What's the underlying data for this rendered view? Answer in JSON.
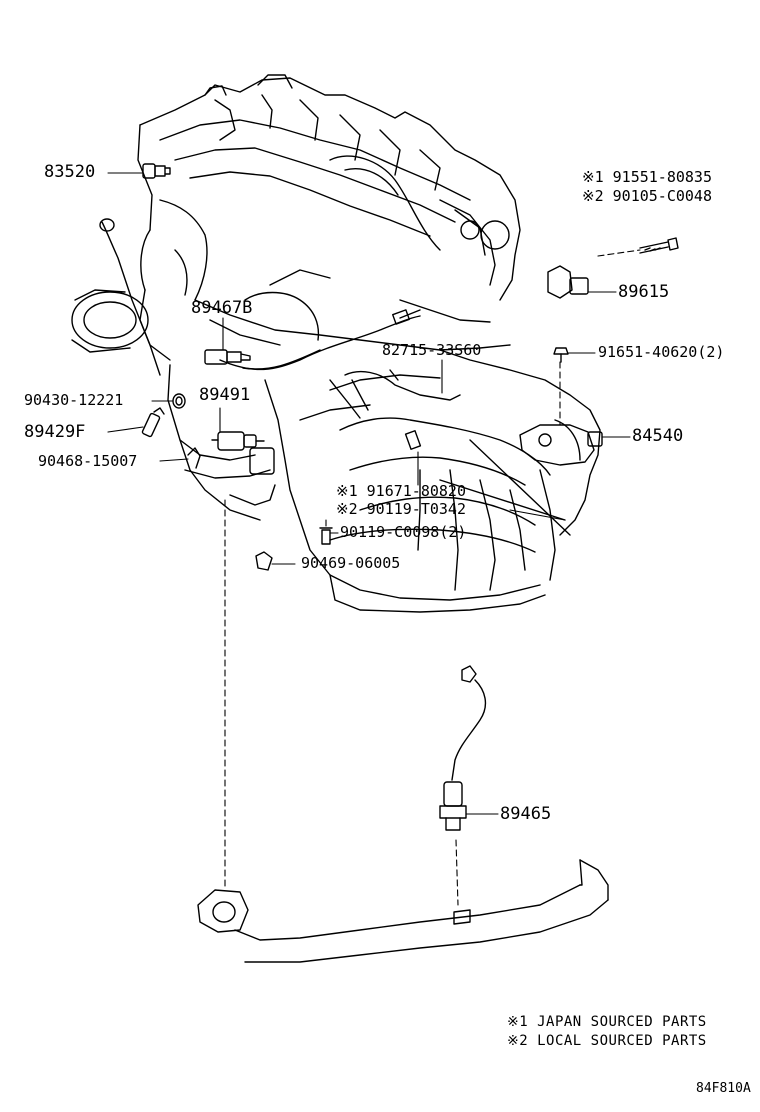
{
  "labels": {
    "p83520": "83520",
    "p91551_80835": "※1 91551-80835",
    "p90105_C0048": "※2 90105-C0048",
    "p89615": "89615",
    "p89467B": "89467B",
    "p82715_33S60": "82715-33S60",
    "p91651_40620": "91651-40620(2)",
    "p90430_12221": "90430-12221",
    "p89491": "89491",
    "p89429F": "89429F",
    "p84540": "84540",
    "p90468_15007": "90468-15007",
    "p91671_80820": "※1 91671-80820",
    "p90119_T0342": "※2 90119-T0342",
    "p90119_C0098": "90119-C0098(2)",
    "p90469_06005": "90469-06005",
    "p89465": "89465"
  },
  "notes": {
    "japan": "※1 JAPAN SOURCED PARTS",
    "local": "※2 LOCAL SOURCED PARTS"
  },
  "reference": "84F810A"
}
